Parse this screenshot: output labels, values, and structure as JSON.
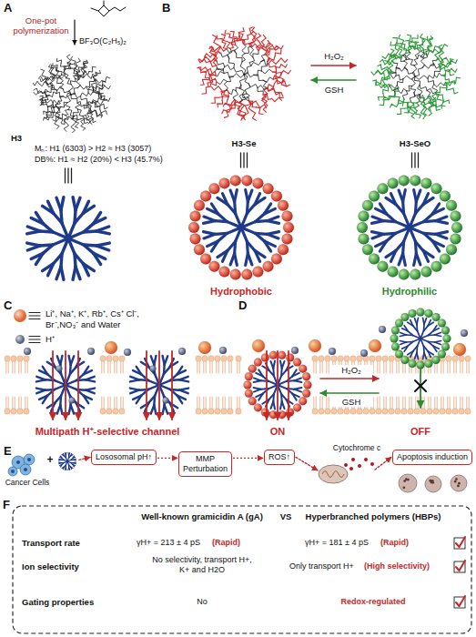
{
  "diagram": {
    "nodes": [
      {
        "text": [
          "Lososomal pH↑"
        ]
      },
      {
        "text": [
          "MMP Perturbation"
        ]
      },
      {
        "text": [
          "ROS↑"
        ]
      },
      {
        "text": [
          "Apoptosis induction"
        ]
      }
    ],
    "edges": [
      {
        "from": 0,
        "to": 1,
        "arrow": "to"
      },
      {
        "from": 1,
        "to": 2,
        "arrow": "to"
      }
    ],
    "labels": [
      "A",
      "One-pot polymerization",
      "BF₃O(C₂H₅)₂",
      "H3",
      "Mₙ: H1 (6303) > H2 ≈ H3 (3057)",
      "DB%: H1 ≈ H2 (20%) < H3 (45.7%)",
      "B",
      "H₂O₂",
      "GSH",
      "H3-Se",
      "H3-SeO",
      "Hydrophobic",
      "Hydrophilic",
      "C",
      "Multipath H⁺-selective channel",
      "D",
      "H₂O₂",
      "GSH",
      "ON",
      "OFF",
      "E",
      "Cancer Cells",
      "+",
      "Cytochrome c",
      "F",
      "Well-known gramicidin A (gA)",
      "VS",
      "Hyperbranched polymers (HBPs)",
      "Transport rate",
      "γH+ = 213 ± 4 pS",
      "(Rapid)",
      "γH+ = 181 ± 4 pS",
      "(Rapid)",
      "Ion selectivity",
      "No selectivity, transport H+, K+ and H2O",
      "Only transport H+",
      "(High selectivity)",
      "Gating properties",
      "No",
      "Redox-regulated"
    ],
    "legend": [
      {
        "text": "Li⁺, Na⁺, K⁺, Rb⁺, Cs⁺ Cl⁻, Br⁻,NO₃⁻ and Water",
        "color": "#e0642a"
      },
      {
        "text": "H⁺",
        "color": "#56617f"
      }
    ]
  }
}
